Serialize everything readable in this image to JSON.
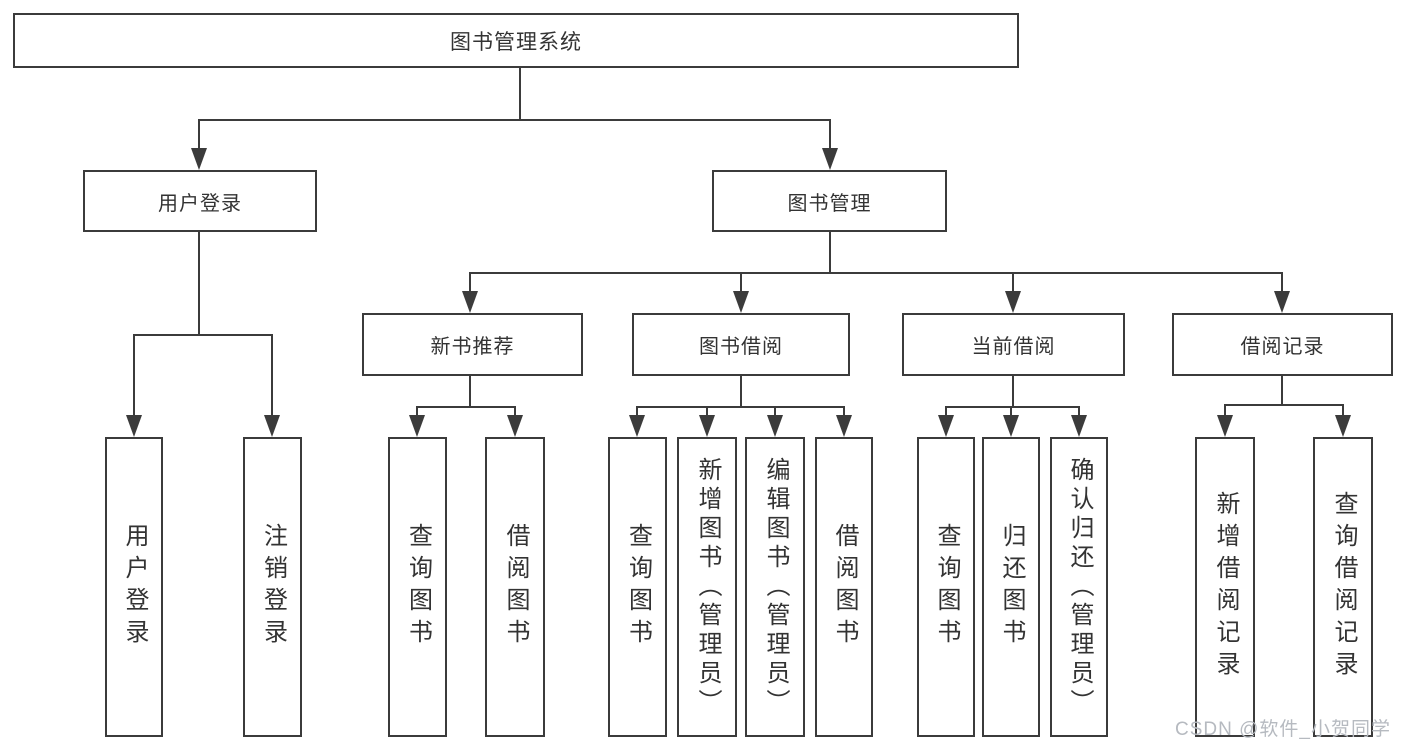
{
  "colors": {
    "line": "#3b3b3b",
    "text": "#333333",
    "background": "#ffffff",
    "watermark": "#b6bac0"
  },
  "watermark": {
    "text": "CSDN @软件_小贺同学"
  },
  "tree": {
    "root": {
      "label": "图书管理系统"
    },
    "branches": [
      {
        "label": "用户登录",
        "children": [
          {
            "label": "用户登录"
          },
          {
            "label": "注销登录"
          }
        ]
      },
      {
        "label": "图书管理",
        "sections": [
          {
            "label": "新书推荐",
            "children": [
              {
                "label": "查询图书"
              },
              {
                "label": "借阅图书"
              }
            ]
          },
          {
            "label": "图书借阅",
            "children": [
              {
                "label": "查询图书"
              },
              {
                "label": "新增图书（管理员）"
              },
              {
                "label": "编辑图书（管理员）"
              },
              {
                "label": "借阅图书"
              }
            ]
          },
          {
            "label": "当前借阅",
            "children": [
              {
                "label": "查询图书"
              },
              {
                "label": "归还图书"
              },
              {
                "label": "确认归还（管理员）"
              }
            ]
          },
          {
            "label": "借阅记录",
            "children": [
              {
                "label": "新增借阅记录"
              },
              {
                "label": "查询借阅记录"
              }
            ]
          }
        ]
      }
    ]
  }
}
